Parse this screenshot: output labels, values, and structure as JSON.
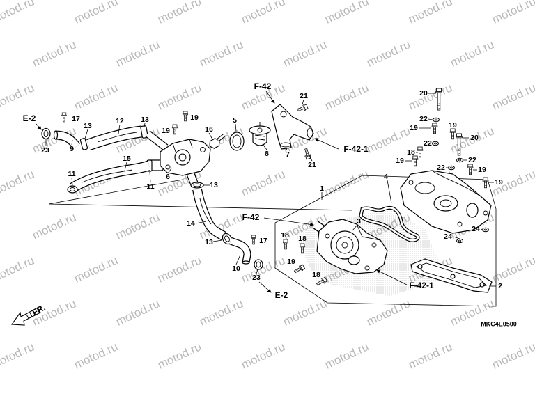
{
  "diagram": {
    "code": "MKC4E0500",
    "front_marker": "FR.",
    "watermark": "motod.ru",
    "references": {
      "e2_top": "E-2",
      "f42_top": "F-42",
      "f42_1_top": "F-42-1",
      "f42_mid": "F-42",
      "e2_bottom": "E-2",
      "f42_1_bottom": "F-42-1"
    },
    "callouts": [
      "17",
      "12",
      "13",
      "13",
      "19",
      "19",
      "16",
      "5",
      "21",
      "8",
      "7",
      "21",
      "23",
      "9",
      "6",
      "15",
      "11",
      "11",
      "13",
      "1",
      "4",
      "14",
      "3",
      "17",
      "13",
      "18",
      "18",
      "19",
      "18",
      "10",
      "23",
      "2",
      "24",
      "24",
      "20",
      "22",
      "19",
      "22",
      "18",
      "19",
      "22",
      "19",
      "20",
      "22",
      "19",
      "19"
    ],
    "colors": {
      "line": "#000000",
      "watermark": "#b8b8b8"
    }
  }
}
